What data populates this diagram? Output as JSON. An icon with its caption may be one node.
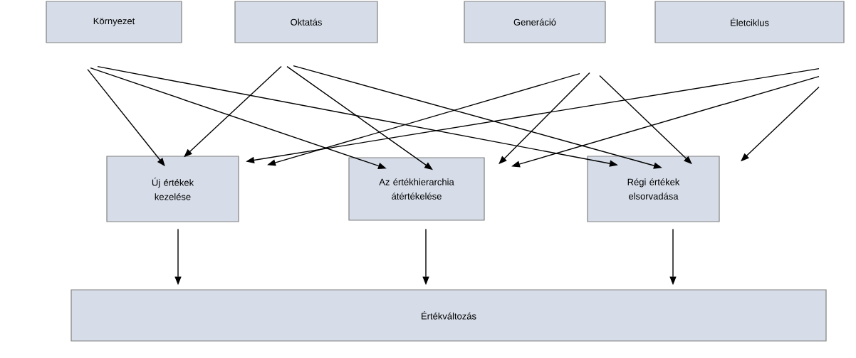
{
  "diagram": {
    "nodes": [
      {
        "text": [
          "Környezet"
        ]
      },
      {
        "text": [
          "Oktatás"
        ]
      },
      {
        "text": [
          "Generáció"
        ]
      },
      {
        "text": [
          "Életciklus"
        ]
      },
      {
        "text": [
          "Új értékek kezelése"
        ]
      },
      {
        "text": [
          "Az értékhierarchia átértékelése"
        ]
      },
      {
        "text": [
          "Régi értékek elsorvadása"
        ]
      },
      {
        "text": [
          "Értékváltozás"
        ]
      }
    ],
    "edges": [
      {
        "from": 0,
        "to": 4,
        "arrow": "to"
      },
      {
        "from": 0,
        "to": 5,
        "arrow": "to"
      },
      {
        "from": 0,
        "to": 6,
        "arrow": "to"
      },
      {
        "from": 1,
        "to": 4,
        "arrow": "to"
      },
      {
        "from": 1,
        "to": 5,
        "arrow": "to"
      },
      {
        "from": 1,
        "to": 6,
        "arrow": "to"
      },
      {
        "from": 2,
        "to": 4,
        "arrow": "to"
      },
      {
        "from": 2,
        "to": 5,
        "arrow": "to"
      },
      {
        "from": 2,
        "to": 6,
        "arrow": "to"
      },
      {
        "from": 3,
        "to": 4,
        "arrow": "to"
      },
      {
        "from": 3,
        "to": 5,
        "arrow": "to"
      },
      {
        "from": 3,
        "to": 6,
        "arrow": "to"
      },
      {
        "from": 4,
        "to": 7,
        "arrow": "to"
      },
      {
        "from": 5,
        "to": 7,
        "arrow": "to"
      },
      {
        "from": 6,
        "to": 7,
        "arrow": "to"
      }
    ]
  }
}
